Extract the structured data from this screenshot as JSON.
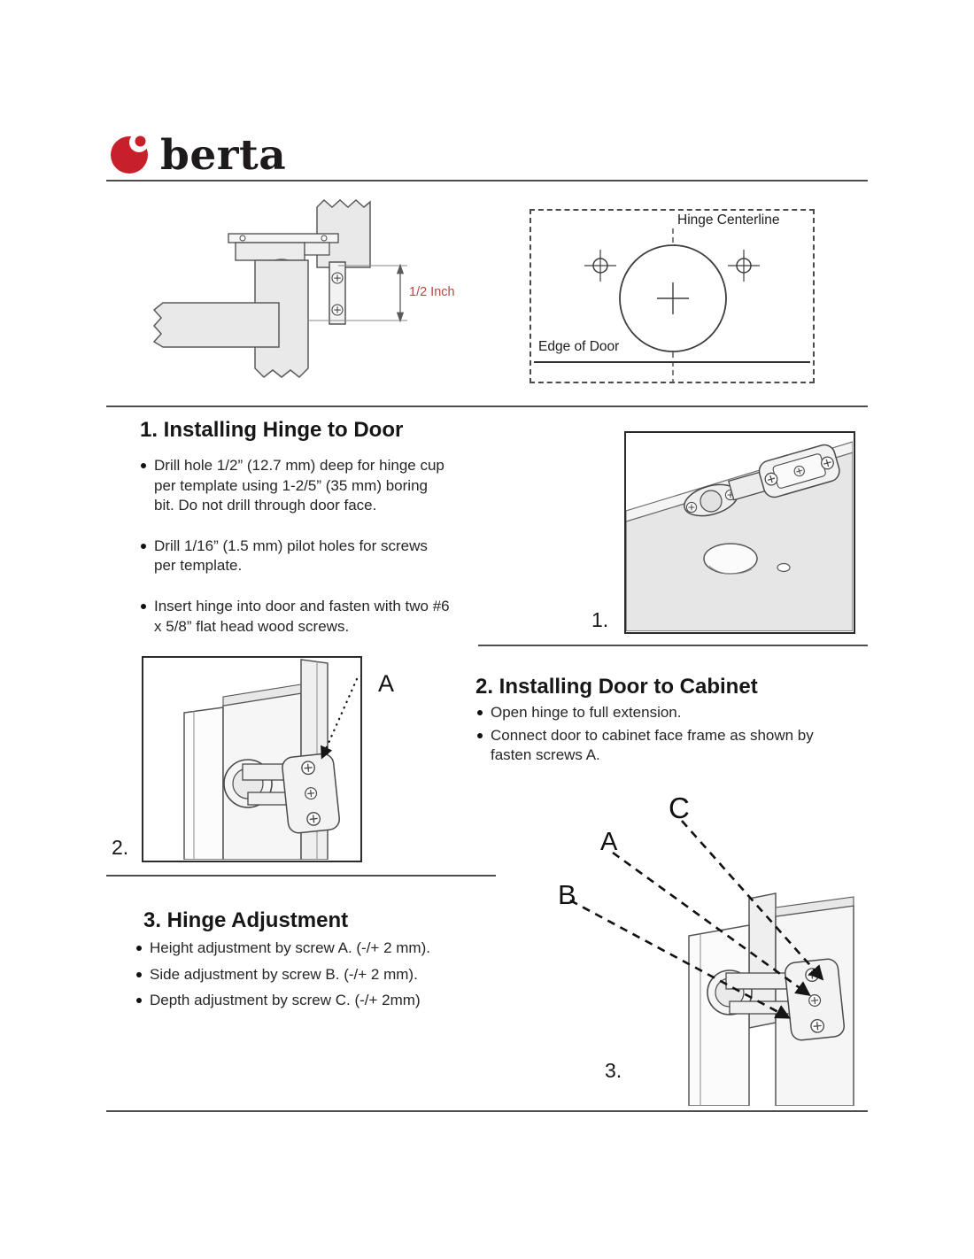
{
  "page": {
    "brand": "berta"
  },
  "diagram_top_left": {
    "dimension_label": "1/2 Inch"
  },
  "diagram_template": {
    "centerline_label": "Hinge Centerline",
    "edge_label": "Edge of Door"
  },
  "section1": {
    "title": "1. Installing Hinge to Door",
    "bullets": [
      "Drill hole 1/2” (12.7 mm) deep for hinge cup per template using 1-2/5” (35 mm) boring bit. Do not drill through door face.",
      "Drill 1/16” (1.5 mm) pilot holes for screws per template.",
      "Insert hinge into door and fasten with two #6 x 5/8” flat head wood screws."
    ],
    "figure_label": "1."
  },
  "section2": {
    "title": "2. Installing Door to Cabinet",
    "bullets": [
      "Open hinge to full extension.",
      "Connect door to cabinet face frame as shown by fasten screws A."
    ],
    "figure_label": "2.",
    "callout_a": "A"
  },
  "section3": {
    "title": "3. Hinge Adjustment",
    "bullets": [
      "Height adjustment by screw A. (-/+ 2 mm).",
      "Side adjustment by screw B. (-/+ 2 mm).",
      "Depth adjustment by screw C. (-/+ 2mm)"
    ],
    "figure_label": "3.",
    "callout_a": "A",
    "callout_b": "B",
    "callout_c": "C"
  },
  "colors": {
    "accent_red": "#c8202a",
    "dimension_red": "#b5493f",
    "text": "#232323"
  }
}
